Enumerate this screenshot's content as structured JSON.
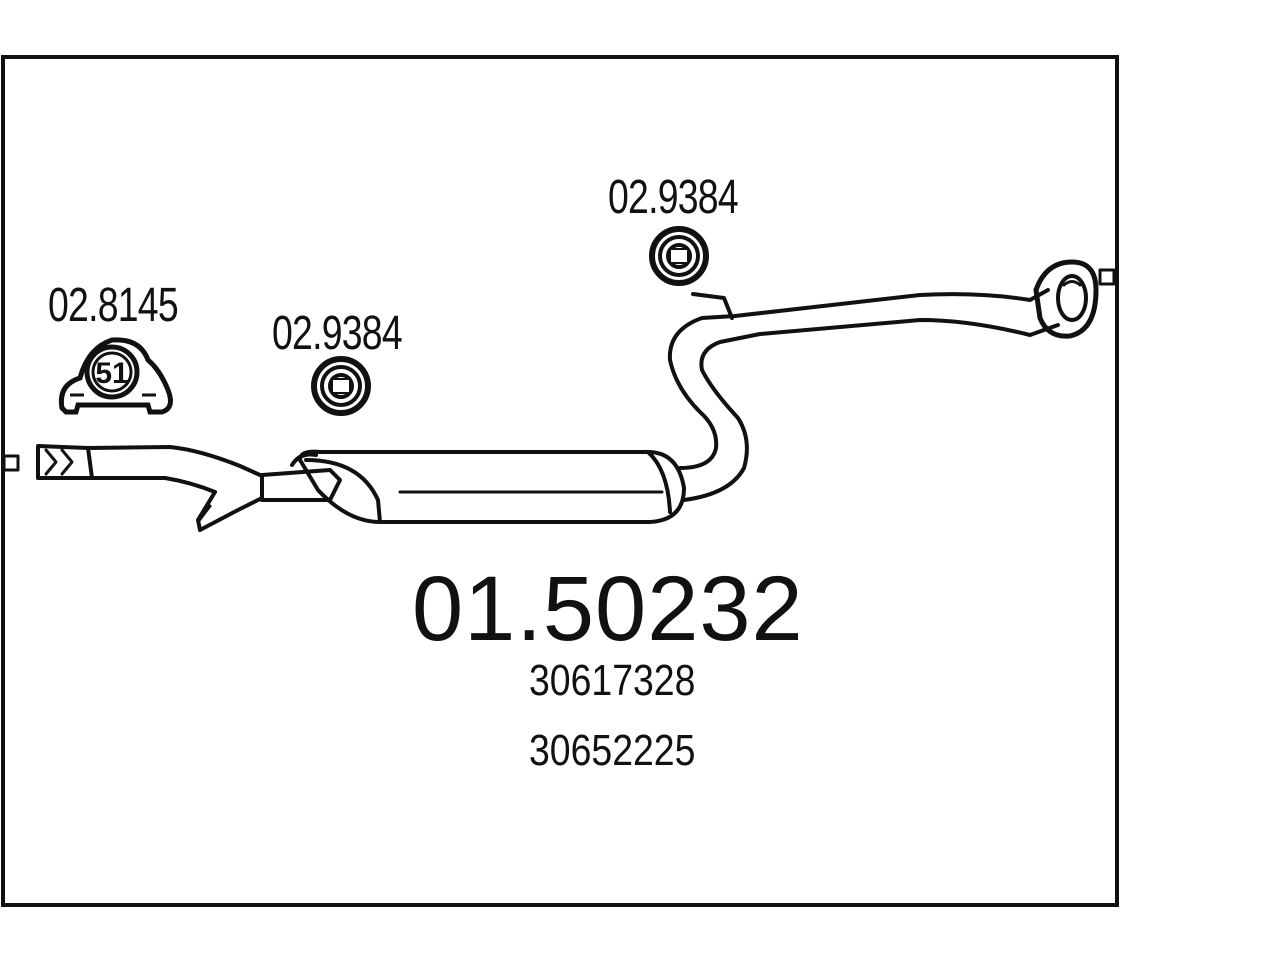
{
  "accessory_labels": {
    "clamp": "02.8145",
    "hanger_front": "02.9384",
    "hanger_rear": "02.9384"
  },
  "clamp_size": "51",
  "main_part_number": "01.50232",
  "oe_numbers": [
    "30617328",
    "30652225"
  ],
  "colors": {
    "line": "#111111",
    "background": "#ffffff"
  }
}
